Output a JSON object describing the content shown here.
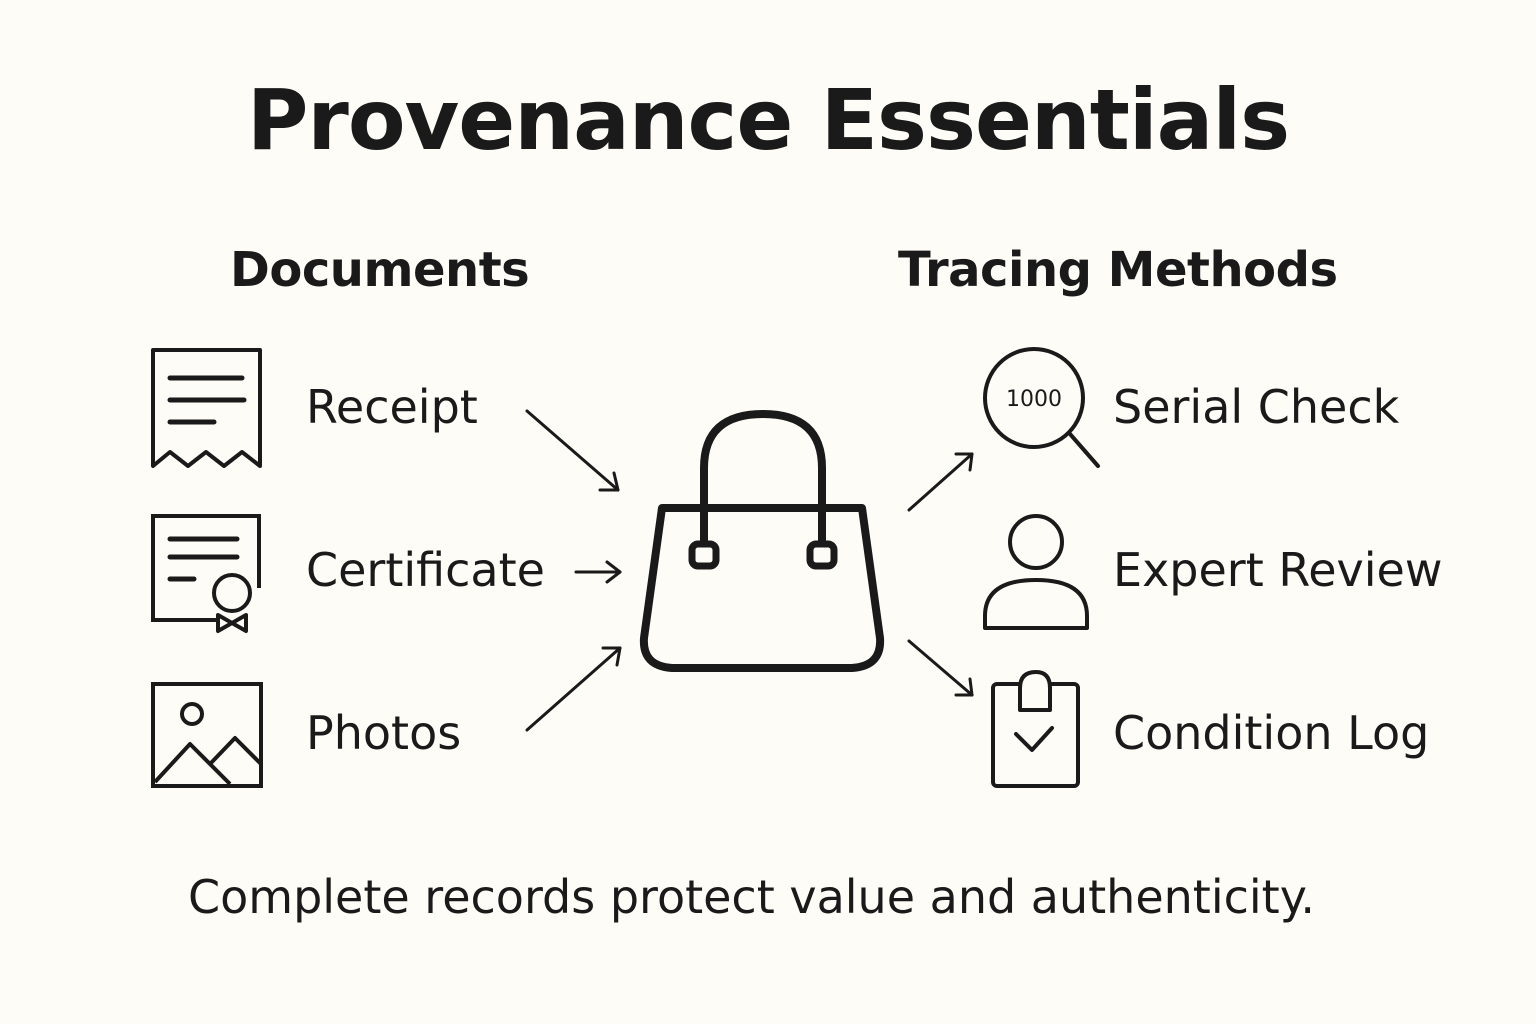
{
  "title": "Provenance Essentials",
  "left_column": {
    "heading": "Documents",
    "items": [
      {
        "label": "Receipt",
        "icon": "receipt-icon"
      },
      {
        "label": "Certificate",
        "icon": "certificate-icon"
      },
      {
        "label": "Photos",
        "icon": "photo-icon"
      }
    ]
  },
  "center": {
    "icon": "handbag-icon"
  },
  "right_column": {
    "heading": "Tracing Methods",
    "items": [
      {
        "label": "Serial Check",
        "icon": "magnifier-serial-icon",
        "icon_text": "1000"
      },
      {
        "label": "Expert Review",
        "icon": "person-icon"
      },
      {
        "label": "Condition Log",
        "icon": "clipboard-check-icon"
      }
    ]
  },
  "footer": "Complete records protect value and authenticity.",
  "colors": {
    "background": "#fdfcf7",
    "ink": "#1a1a1a"
  }
}
